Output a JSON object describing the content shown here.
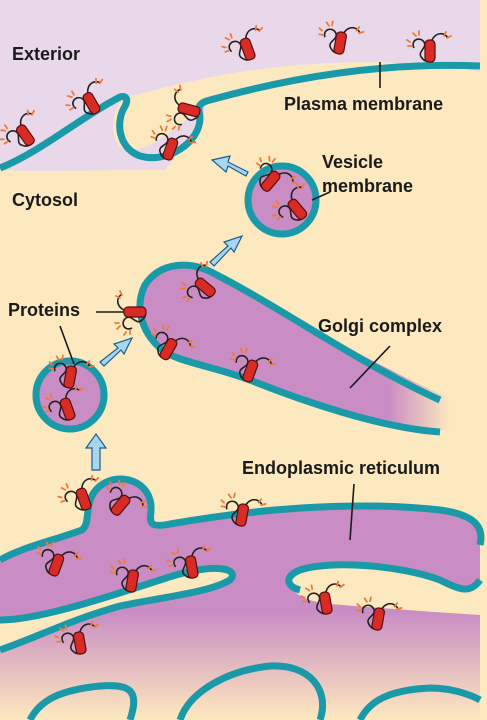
{
  "labels": {
    "exterior": "Exterior",
    "plasma_membrane": "Plasma membrane",
    "cytosol": "Cytosol",
    "vesicle_membrane_line1": "Vesicle",
    "vesicle_membrane_line2": "membrane",
    "proteins": "Proteins",
    "golgi_complex": "Golgi complex",
    "endoplasmic_reticulum": "Endoplasmic reticulum"
  },
  "colors": {
    "exterior": "#e9d8ea",
    "cytosol": "#fde9bf",
    "membrane": "#1a9aa8",
    "lumen": "#c98cc4",
    "protein": "#d92b26",
    "sugar": "#f07a3a",
    "arrow": "#a9d6ef"
  }
}
